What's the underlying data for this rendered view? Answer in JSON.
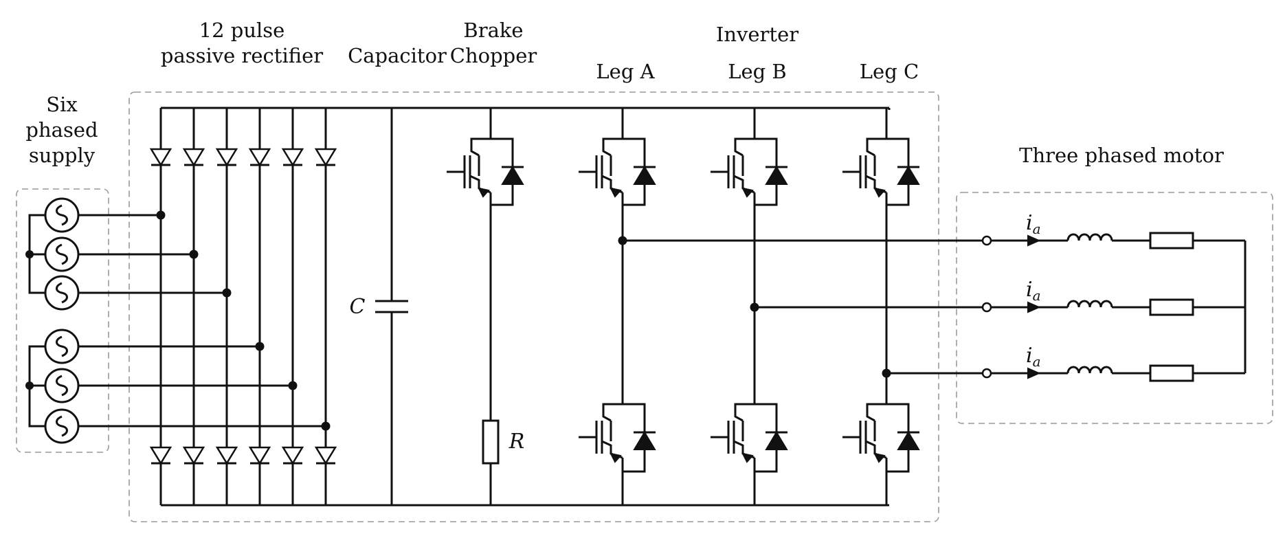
{
  "labels": {
    "supply": [
      "Six",
      "phased",
      "supply"
    ],
    "rectifier": [
      "12 pulse",
      "passive rectifier"
    ],
    "capacitor": "Capacitor",
    "chopper": [
      "Brake",
      "Chopper"
    ],
    "inverter": "Inverter",
    "legs": [
      "Leg A",
      "Leg B",
      "Leg C"
    ],
    "motor": "Three phased motor"
  },
  "symbols": {
    "capacitor": "C",
    "resistor": "R",
    "current": "i",
    "current_sub": "a"
  },
  "components": {
    "ac_sources": [
      "ac-source-1",
      "ac-source-2",
      "ac-source-3",
      "ac-source-4",
      "ac-source-5",
      "ac-source-6"
    ],
    "rectifier_columns": 6,
    "igbt_switches": 7,
    "motor_phases": 3
  }
}
